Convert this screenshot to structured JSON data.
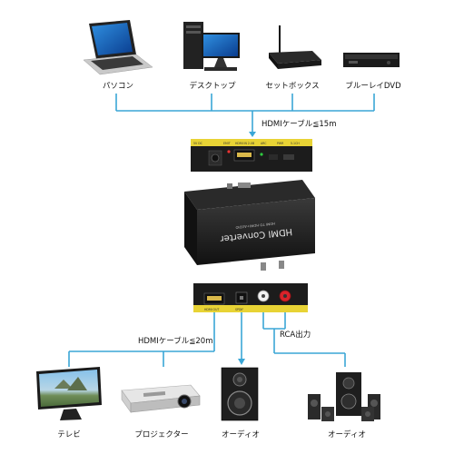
{
  "sources": {
    "pc": "パソコン",
    "desktop": "デスクトップ",
    "settop": "セットボックス",
    "bluray": "ブルーレイDVD"
  },
  "cables": {
    "input": "HDMIケーブル≦15m",
    "output": "HDMIケーブル≦20m",
    "rca": "RCA出力"
  },
  "converter": {
    "name": "HDMI Converter",
    "subtitle": "HDMI TO HDMI+AUDIO",
    "input_panel": [
      "5V DC",
      "EMIT",
      "HDMI IN 2.0B",
      "ARC",
      "PWR",
      "5.1CH"
    ],
    "output_panel": [
      "HDMI OUT",
      "SPDIF"
    ]
  },
  "outputs": {
    "tv": "テレビ",
    "projector": "プロジェクター",
    "audio1": "オーディオ",
    "audio2": "オーディオ"
  },
  "colors": {
    "line": "#3aa6d6",
    "device_dark": "#1e1e1e",
    "panel_yellow": "#e8d335",
    "rca_red": "#d8232a",
    "rca_white": "#f2f2f2"
  }
}
